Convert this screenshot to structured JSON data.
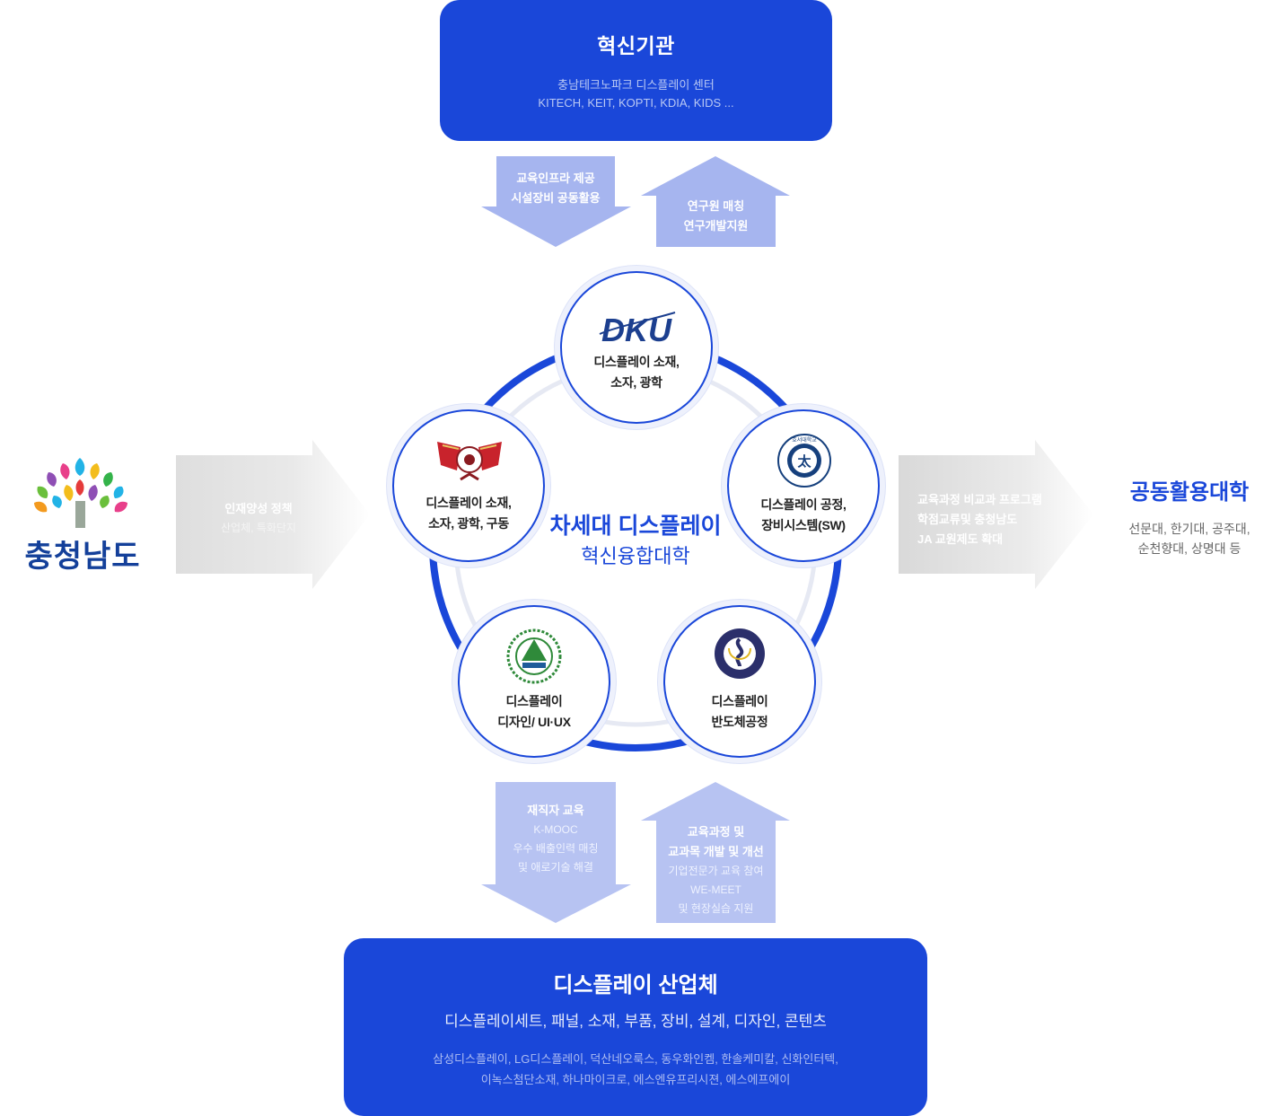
{
  "top_box": {
    "title": "혁신기관",
    "line1": "충남테크노파크 디스플레이 센터",
    "line2": "KITECH, KEIT, KOPTI, KDIA, KIDS ..."
  },
  "arrow_top_down": {
    "line1": "교육인프라 제공",
    "line2": "시설장비 공동활용"
  },
  "arrow_top_up": {
    "line1": "연구원 매칭",
    "line2": "연구개발지원"
  },
  "left_org": {
    "name": "충청남도"
  },
  "arrow_left": {
    "title": "인재양성 정책",
    "sub": "산업체, 특화단지"
  },
  "center": {
    "title": "차세대 디스플레이",
    "subtitle": "혁신융합대학"
  },
  "circles": [
    {
      "logo_text": "DKU",
      "line1": "디스플레이 소재,",
      "line2": "소자, 광학"
    },
    {
      "logo_text": "호서대학교",
      "line1": "디스플레이 공정,",
      "line2": "장비시스템(SW)"
    },
    {
      "line1": "디스플레이",
      "line2": "반도체공정"
    },
    {
      "line1": "디스플레이",
      "line2": "디자인/ UI·UX"
    },
    {
      "line1": "디스플레이 소재,",
      "line2": "소자, 광학, 구동"
    }
  ],
  "arrow_right": {
    "line1": "교육과정 비교과 프로그램",
    "line2": "학점교류및 충청남도",
    "line3": "JA 교원제도 확대"
  },
  "right_org": {
    "title": "공동활용대학",
    "line1": "선문대, 한기대, 공주대,",
    "line2": "순천향대, 상명대 등"
  },
  "arrow_bottom_down": {
    "title": "재직자 교육",
    "l1": "K-MOOC",
    "l2": "우수 배출인력 매칭",
    "l3": "및 애로기술 해결"
  },
  "arrow_bottom_up": {
    "title1": "교육과정 및",
    "title2": "교과목 개발 및 개선",
    "l1": "기업전문가 교육 참여",
    "l2": "WE-MEET",
    "l3": "및 현장실습 지원"
  },
  "bottom_box": {
    "title": "디스플레이 산업체",
    "main": "디스플레이세트, 패널, 소재, 부품, 장비, 설계, 디자인, 콘텐츠",
    "line1": "삼성디스플레이, LG디스플레이, 덕산네오룩스, 동우화인켐, 한솔케미칼, 신화인터텍,",
    "line2": "이녹스첨단소재, 하나마이크로, 에스엔유프리시젼, 에스에프에이"
  },
  "colors": {
    "primary": "#1a47d9",
    "arrow_light": "#a9b8f0",
    "gray_arrow": "#dcdcdc"
  }
}
